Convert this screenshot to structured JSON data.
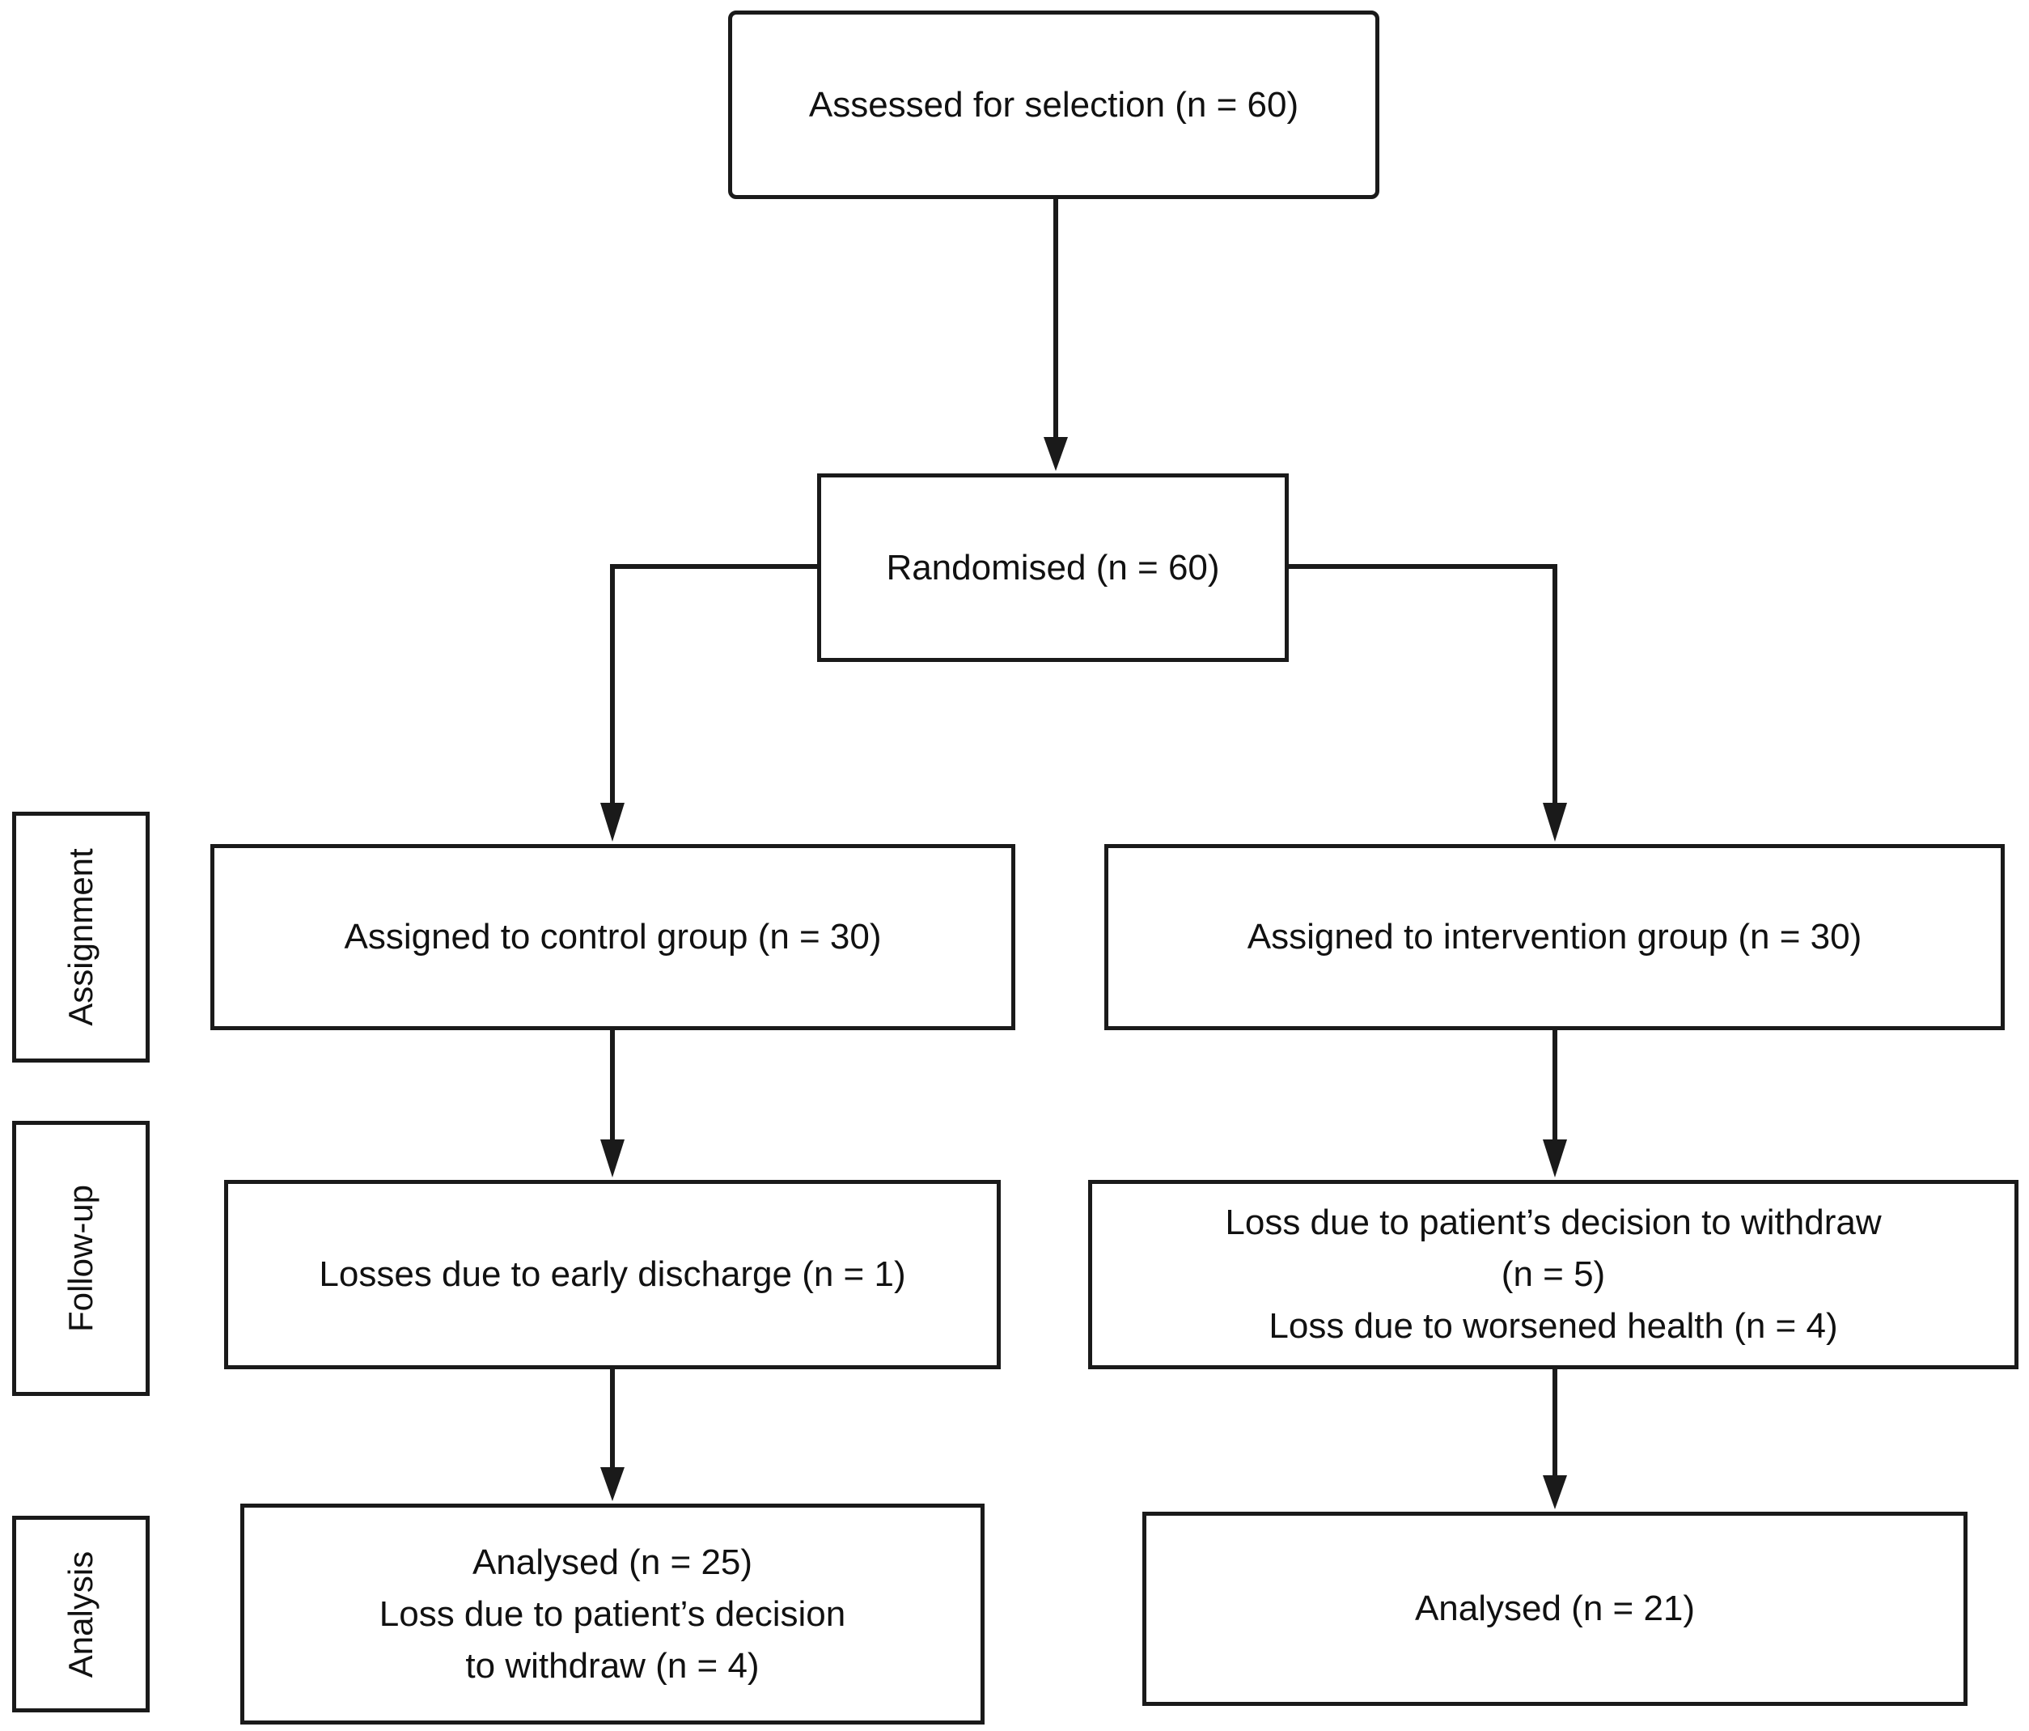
{
  "stages": {
    "assignment": "Assignment",
    "followup": "Follow-up",
    "analysis": "Analysis"
  },
  "boxes": {
    "assessed": "Assessed for selection (n = 60)",
    "randomised": "Randomised (n = 60)",
    "control_assigned": "Assigned to control group (n = 30)",
    "intervention_assigned": "Assigned to intervention group (n = 30)",
    "control_followup": "Losses due to early discharge (n = 1)",
    "intervention_followup": [
      "Loss due to patient’s decision to withdraw",
      "(n = 5)",
      "Loss due to worsened health (n = 4)"
    ],
    "control_analysis": [
      "Analysed (n = 25)",
      "Loss due to patient’s decision",
      "to withdraw (n = 4)"
    ],
    "intervention_analysis": "Analysed (n = 21)"
  }
}
